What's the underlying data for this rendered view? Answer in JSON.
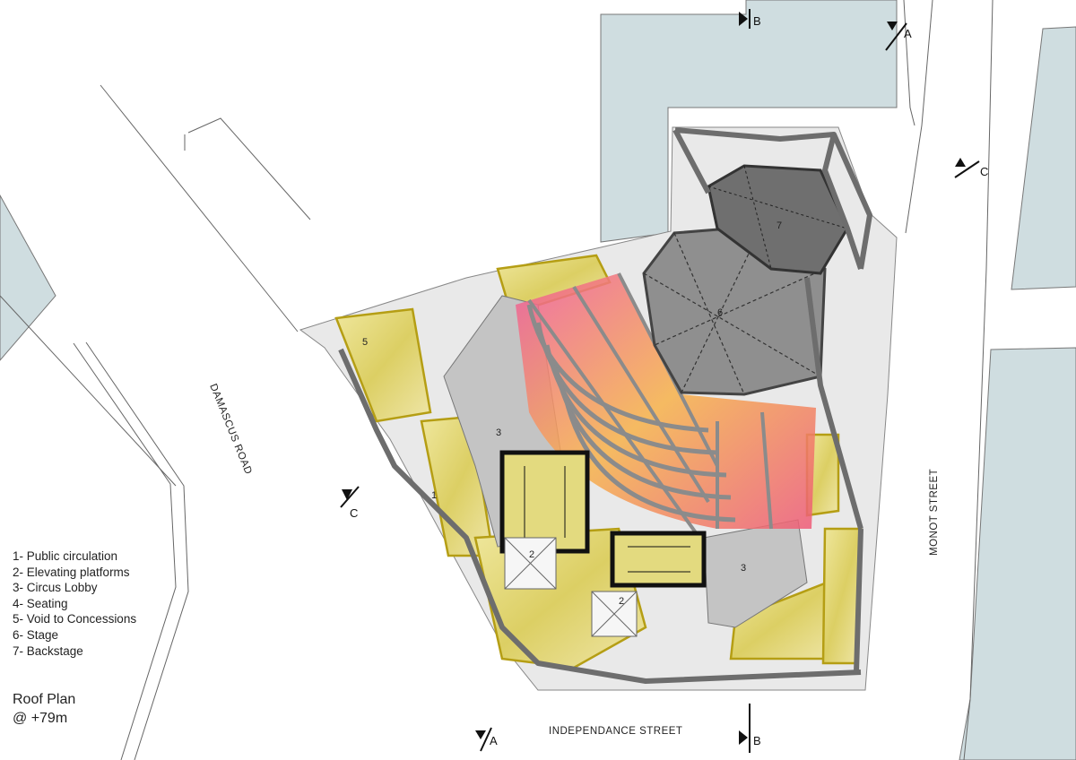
{
  "streets": {
    "damascus": "DAMASCUS ROAD",
    "monot": "MONOT STREET",
    "independance": "INDEPENDANCE STREET"
  },
  "sections": {
    "a": "A",
    "b": "B",
    "c": "C"
  },
  "zones": {
    "z1": "1",
    "z2": "2",
    "z3": "3",
    "z5": "5",
    "z6": "6",
    "z7": "7"
  },
  "legend": [
    "1- Public circulation",
    "2- Elevating platforms",
    "3- Circus Lobby",
    "4- Seating",
    "5- Void to Concessions",
    "6- Stage",
    "7- Backstage"
  ],
  "title": {
    "line1": "Roof Plan",
    "line2": "@ +79m"
  },
  "colors": {
    "neighbor": "#cfdde0",
    "ground": "#e9e9e9",
    "yellow": "#e6db79",
    "lobby": "#c4c4c4",
    "stage": "#8f8f8f",
    "backstage": "#6f6f6f",
    "seatPink": "#ec4f8e",
    "seatOrange": "#f39a5c"
  }
}
